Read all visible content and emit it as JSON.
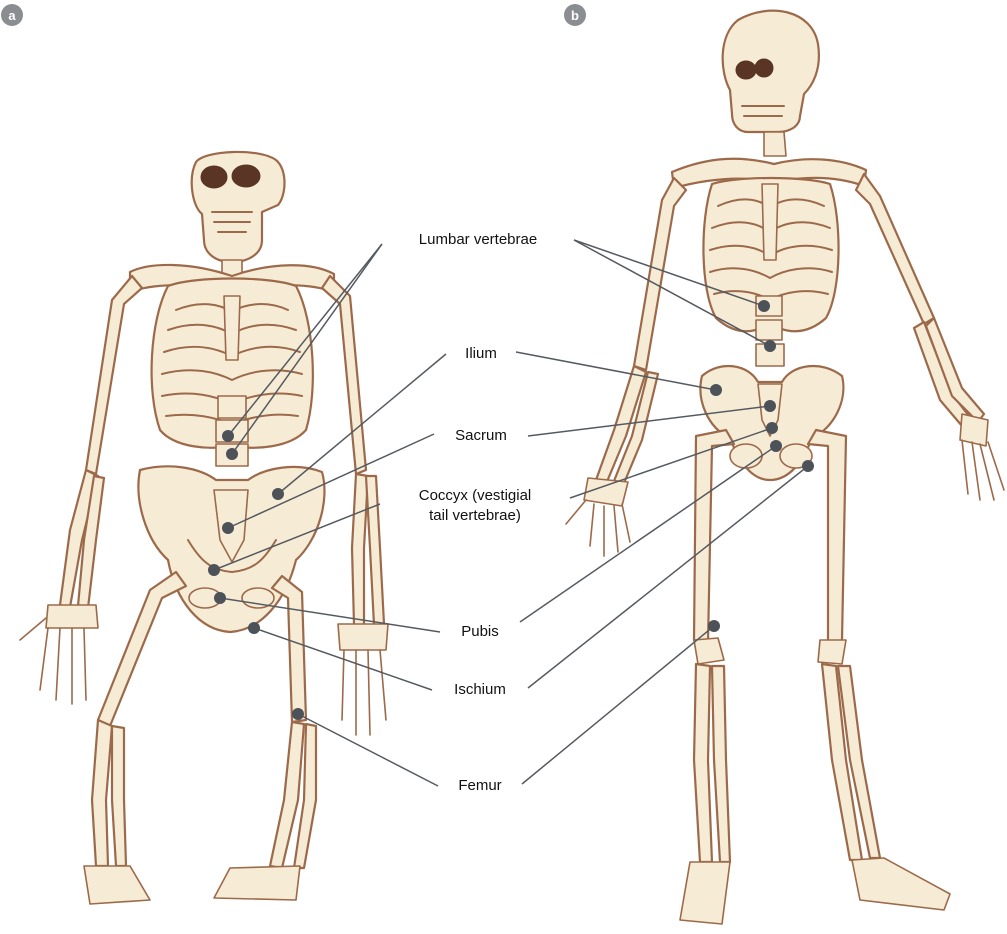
{
  "panels": [
    {
      "badge": "a"
    },
    {
      "badge": "b"
    }
  ],
  "labels": {
    "lumbar_vertebrae": "Lumbar vertebrae",
    "ilium": "Ilium",
    "sacrum": "Sacrum",
    "coccyx_line1": "Coccyx (vestigial",
    "coccyx_line2": "tail vertebrae)",
    "pubis": "Pubis",
    "ischium": "Ischium",
    "femur": "Femur"
  },
  "colors": {
    "bone_fill": "#f6ecd6",
    "bone_outline": "#9c6a4a",
    "leader_line": "#555a60",
    "marker_dot": "#4d5258",
    "badge": "#8a8d91"
  }
}
